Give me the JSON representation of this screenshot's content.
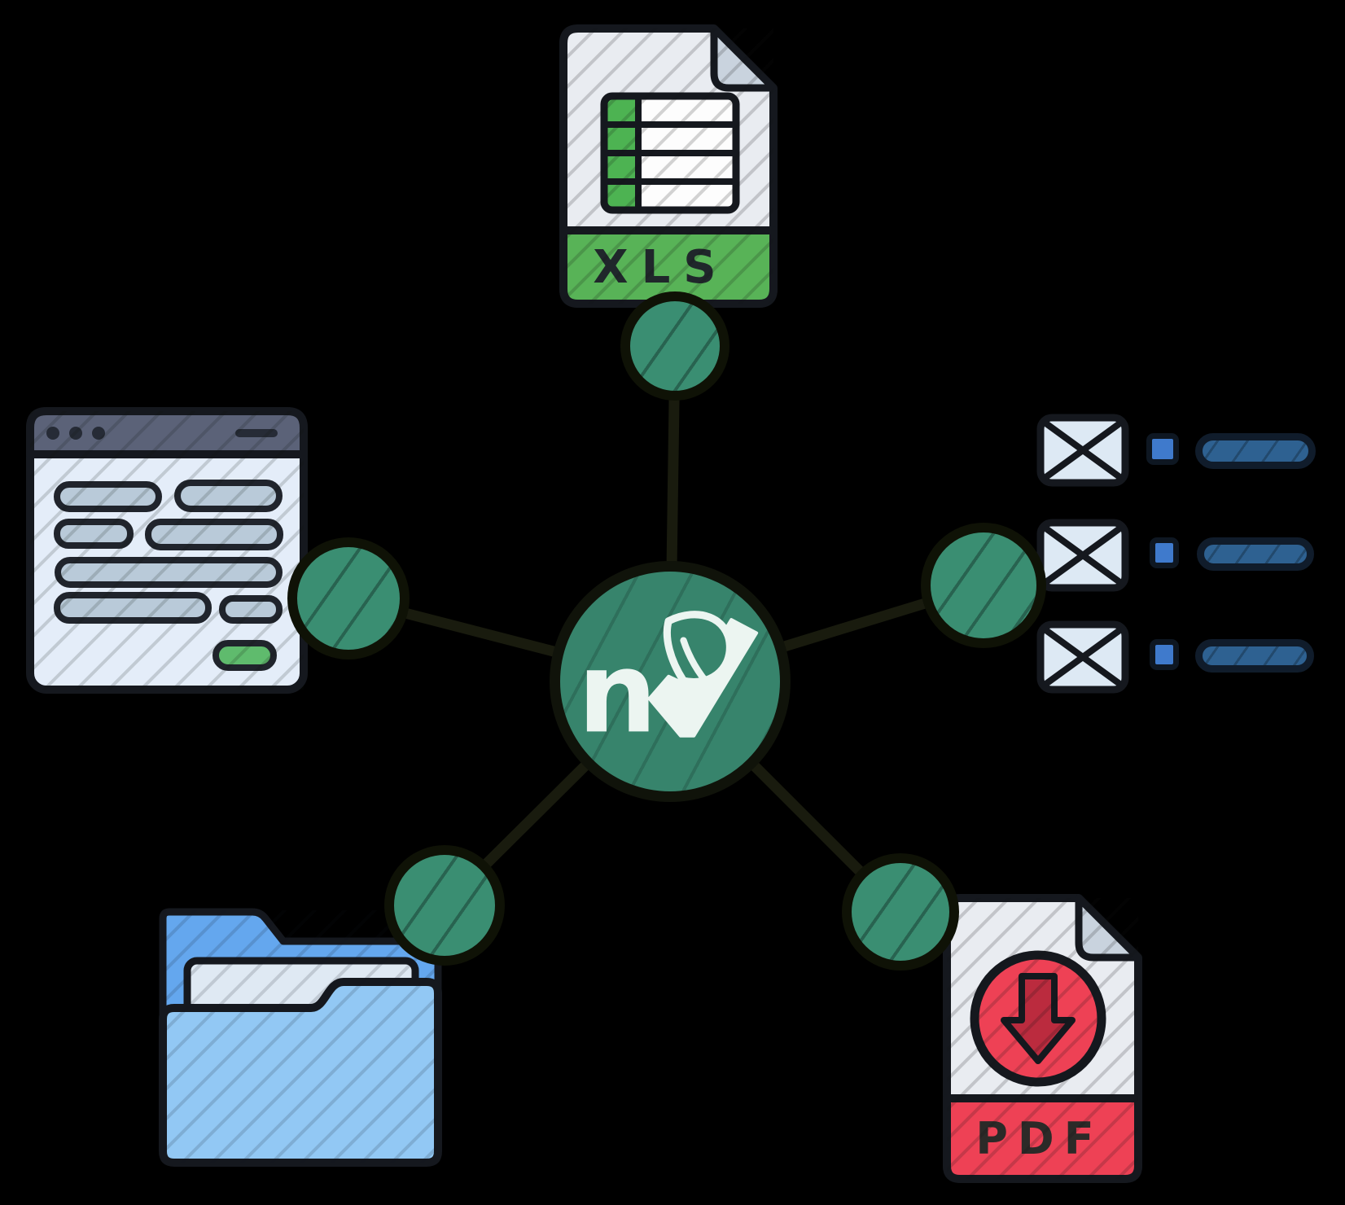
{
  "background": "#000000",
  "hub": {
    "logo_letter": "n",
    "logo_mark_icons": [
      "leaf-icon",
      "checkmark-icon"
    ],
    "color": "#37846c"
  },
  "nodes": {
    "count": 5,
    "color": "#3a8e72",
    "line_color": "#191b0e",
    "positions": [
      "top",
      "left",
      "right",
      "bottom-left",
      "bottom-right"
    ]
  },
  "xls_file": {
    "label": "XLS",
    "band_color": "#58b357",
    "table_green": "#4db352",
    "body_color": "#e9ecf1"
  },
  "pdf_file": {
    "label": "PDF",
    "band_color": "#ee4155",
    "arrow_color": "#bb2b3e",
    "body_color": "#e9ecf1"
  },
  "browser_window": {
    "header_color": "#5b6278",
    "body_color": "#e4edf9",
    "pill_color": "#b9cad9",
    "button_color": "#5fbb6d",
    "text_lines": 7,
    "has_green_button": true
  },
  "email_list": {
    "rows": 3,
    "envelope_color": "#dde9f4",
    "square_color": "#3f7acc",
    "bar_color": "#2e6191"
  },
  "folder": {
    "back_color": "#64a7ee",
    "front_color": "#92c8f4",
    "paper_color": "#dfe9f3"
  }
}
